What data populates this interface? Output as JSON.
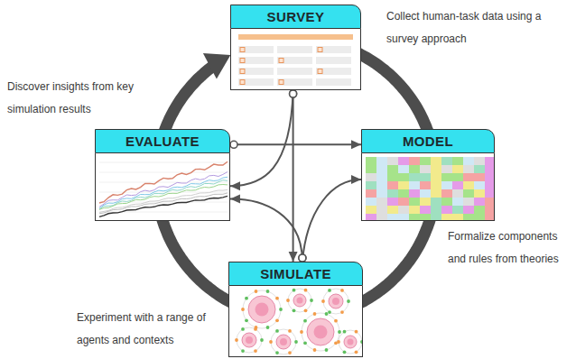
{
  "diagram": {
    "nodes": [
      {
        "text": [
          "SURVEY"
        ]
      },
      {
        "text": [
          "EVALUATE"
        ]
      },
      {
        "text": [
          "MODEL"
        ]
      },
      {
        "text": [
          "SIMULATE"
        ]
      }
    ],
    "edges": [
      {
        "from": 0,
        "to": 2,
        "arrow": "none"
      },
      {
        "from": 2,
        "to": 3,
        "arrow": "none"
      },
      {
        "from": 3,
        "to": 1,
        "arrow": "none"
      },
      {
        "from": 1,
        "to": 0,
        "arrow": "to"
      },
      {
        "from": 0,
        "to": 3,
        "arrow": "to"
      },
      {
        "from": 0,
        "to": 1,
        "arrow": "to"
      },
      {
        "from": 1,
        "to": 2,
        "arrow": "to"
      },
      {
        "from": 3,
        "to": 1,
        "arrow": "to"
      },
      {
        "from": 3,
        "to": 2,
        "arrow": "to"
      }
    ],
    "labels": [
      "Collect human-task data using a survey approach",
      "Discover insights from key simulation results",
      "Formalize components and rules from theories",
      "Experiment with a range of agents and contexts"
    ]
  }
}
